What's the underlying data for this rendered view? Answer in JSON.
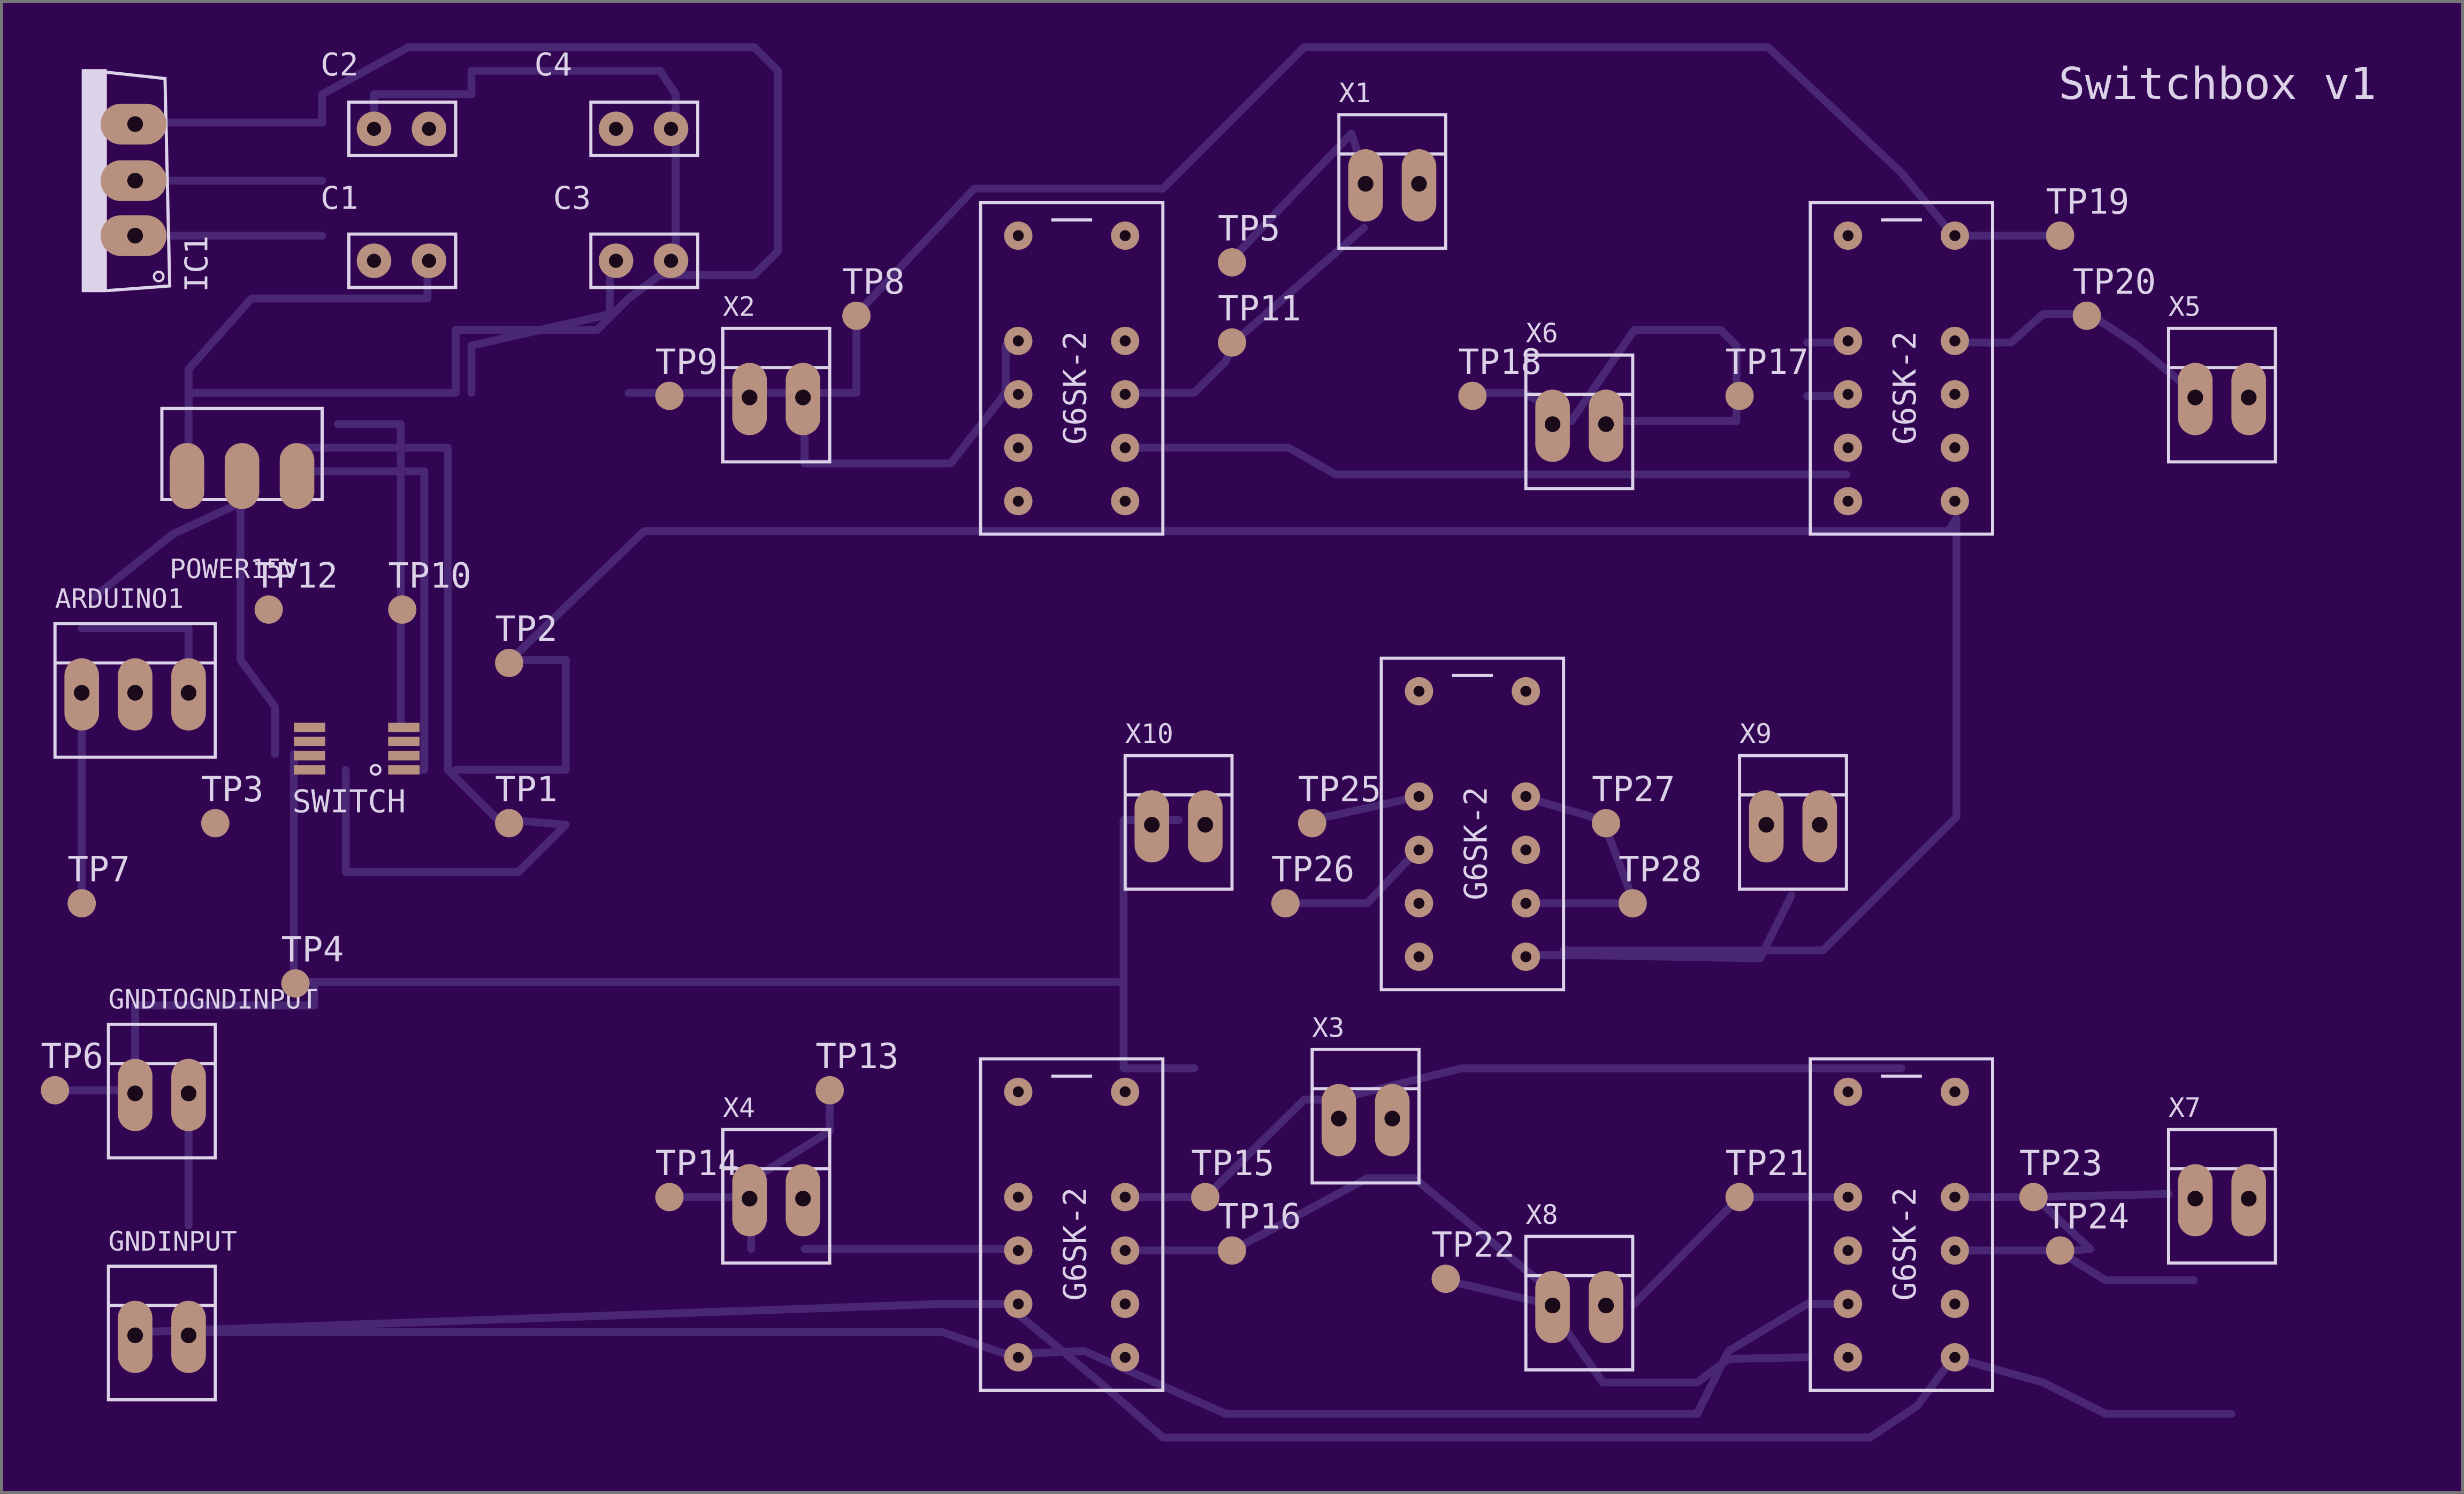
{
  "board": {
    "title": "Switchbox v1",
    "colors": {
      "background": "#320552",
      "trace": "#4a2775",
      "silk": "#ddd3e9",
      "pad": "#b89080",
      "hole": "#1a0a1a",
      "border": "#777"
    }
  },
  "caps": {
    "c1": "C1",
    "c2": "C2",
    "c3": "C3",
    "c4": "C4"
  },
  "ic": {
    "ic1": "IC1"
  },
  "headers": {
    "x1": "X1",
    "x2": "X2",
    "x3": "X3",
    "x4": "X4",
    "x5": "X5",
    "x6": "X6",
    "x7": "X7",
    "x8": "X8",
    "x9": "X9",
    "x10": "X10",
    "power": "POWER15V",
    "arduino": "ARDUINO1",
    "gndtognd": "GNDTOGNDINPUT",
    "gndinput": "GNDINPUT"
  },
  "switch": {
    "label": "SWITCH"
  },
  "relays": {
    "r1": "G6SK-2",
    "r2": "G6SK-2",
    "r3": "G6SK-2",
    "r4": "G6SK-2",
    "r5": "G6SK-2"
  },
  "testpoints": {
    "tp1": "TP1",
    "tp2": "TP2",
    "tp3": "TP3",
    "tp4": "TP4",
    "tp5": "TP5",
    "tp6": "TP6",
    "tp7": "TP7",
    "tp8": "TP8",
    "tp9": "TP9",
    "tp10": "TP10",
    "tp11": "TP11",
    "tp12": "TP12",
    "tp13": "TP13",
    "tp14": "TP14",
    "tp15": "TP15",
    "tp16": "TP16",
    "tp17": "TP17",
    "tp18": "TP18",
    "tp19": "TP19",
    "tp20": "TP20",
    "tp21": "TP21",
    "tp22": "TP22",
    "tp23": "TP23",
    "tp24": "TP24",
    "tp25": "TP25",
    "tp26": "TP26",
    "tp27": "TP27",
    "tp28": "TP28"
  }
}
